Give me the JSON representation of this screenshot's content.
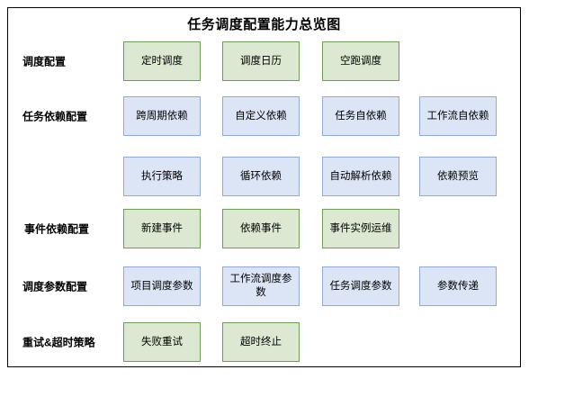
{
  "diagram": {
    "title": "任务调度配置能力总览图",
    "colors": {
      "green_fill": "#dce8d2",
      "green_border": "#6e9e55",
      "blue_fill": "#dbe5f5",
      "blue_border": "#8faad4",
      "frame_border": "#000000",
      "background": "#ffffff",
      "text": "#000000"
    },
    "rows": [
      {
        "label": "调度配置",
        "nodes": [
          {
            "text": "定时调度",
            "color": "green"
          },
          {
            "text": "调度日历",
            "color": "green"
          },
          {
            "text": "空跑调度",
            "color": "green"
          }
        ]
      },
      {
        "label": "任务依赖配置",
        "nodes": [
          {
            "text": "跨周期依赖",
            "color": "blue"
          },
          {
            "text": "自定义依赖",
            "color": "blue"
          },
          {
            "text": "任务自依赖",
            "color": "blue"
          },
          {
            "text": "工作流自依赖",
            "color": "blue"
          }
        ]
      },
      {
        "label": "",
        "nodes": [
          {
            "text": "执行策略",
            "color": "blue"
          },
          {
            "text": "循环依赖",
            "color": "blue"
          },
          {
            "text": "自动解析依赖",
            "color": "blue"
          },
          {
            "text": "依赖预览",
            "color": "blue"
          }
        ]
      },
      {
        "label": "事件依赖配置",
        "nodes": [
          {
            "text": "新建事件",
            "color": "green"
          },
          {
            "text": "依赖事件",
            "color": "green"
          },
          {
            "text": "事件实例运维",
            "color": "green"
          }
        ]
      },
      {
        "label": "调度参数配置",
        "nodes": [
          {
            "text": "项目调度参数",
            "color": "blue"
          },
          {
            "text": "工作流调度参数",
            "color": "blue"
          },
          {
            "text": "任务调度参数",
            "color": "blue"
          },
          {
            "text": "参数传递",
            "color": "blue"
          }
        ]
      },
      {
        "label": "重试&超时策略",
        "nodes": [
          {
            "text": "失败重试",
            "color": "green"
          },
          {
            "text": "超时终止",
            "color": "green"
          }
        ]
      }
    ]
  }
}
